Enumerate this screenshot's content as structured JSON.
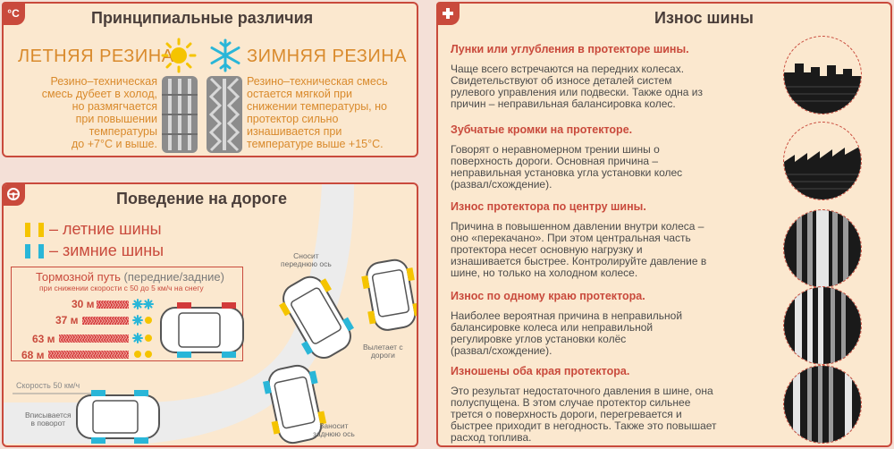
{
  "diff": {
    "corner_label": "°C",
    "title": "Принципиальные различия",
    "summer_label": "ЛЕТНЯЯ РЕЗИНА",
    "winter_label": "ЗИМНЯЯ РЕЗИНА",
    "summer_text": [
      "Резино–техническая",
      "смесь дубеет в холод,",
      "но размягчается",
      "при повышении",
      "температуры",
      "до +7°С и выше."
    ],
    "winter_text": [
      "Резино–техническая смесь",
      "остается мягкой при",
      "снижении температуры, но",
      "протектор сильно",
      "изнашивается при",
      "температуре выше +15°С."
    ]
  },
  "road": {
    "title": "Поведение на дороге",
    "legend_summer": "– летние шины",
    "legend_winter": "– зимние шины",
    "braking_title": "Тормозной путь",
    "braking_title_sub": "(передние/задние)",
    "braking_subtitle": "при снижении скорости с 50 до 5 км/ч на снегу",
    "braking": [
      {
        "label": "30 м"
      },
      {
        "label": "37 м"
      },
      {
        "label": "63 м"
      },
      {
        "label": "68 м"
      }
    ],
    "speed_label": "Скорость 50 км/ч",
    "label_fits": [
      "Вписывается",
      "в поворот"
    ],
    "label_skid_rear": [
      "Заносит",
      "заднюю ось"
    ],
    "label_flies": [
      "Вылетает с",
      "дороги"
    ],
    "label_skid_front": [
      "Сносит",
      "переднюю ось"
    ]
  },
  "wear": {
    "title": "Износ шины",
    "items": [
      {
        "title": "Лунки или углубления в протекторе шины.",
        "text": [
          "Чаще всего встречаются на передних колесах.",
          "Свидетельствуют об износе деталей систем",
          "рулевого управления или подвески. Также одна из",
          "причин – неправильная балансировка колес."
        ]
      },
      {
        "title": "Зубчатые кромки на протекторе.",
        "text": [
          "Говорят о неравномерном трении шины о",
          "поверхность дороги. Основная причина –",
          "неправильная установка угла установки колес",
          "(развал/схождение)."
        ]
      },
      {
        "title": "Износ протектора по центру шины.",
        "text": [
          "Причина в повышенном давлении внутри колеса –",
          "оно «перекачано». При этом центральная часть",
          "протектора несет основную нагрузку и",
          "изнашивается быстрее. Контролируйте давление в",
          "шине, но только на холодном колесе."
        ]
      },
      {
        "title": "Износ по одному краю протектора.",
        "text": [
          "Наиболее вероятная причина в неправильной",
          "балансировке колеса или неправильной",
          "регулировке углов установки колёс",
          "(развал/схождение)."
        ]
      },
      {
        "title": "Изношены оба края протектора.",
        "text": [
          "Это результат недостаточного давления в шине, она",
          "полуспущена. В этом случае протектор сильнее",
          "трется о поверхность дороги, перегревается и",
          "быстрее приходит в негодность. Также это повышает",
          "расход топлива."
        ]
      }
    ]
  },
  "colors": {
    "accent": "#c94a3c",
    "panel": "#fbe8cf",
    "summer": "#f5c400",
    "winter": "#29b6d8",
    "brake": "#d23a3a"
  }
}
